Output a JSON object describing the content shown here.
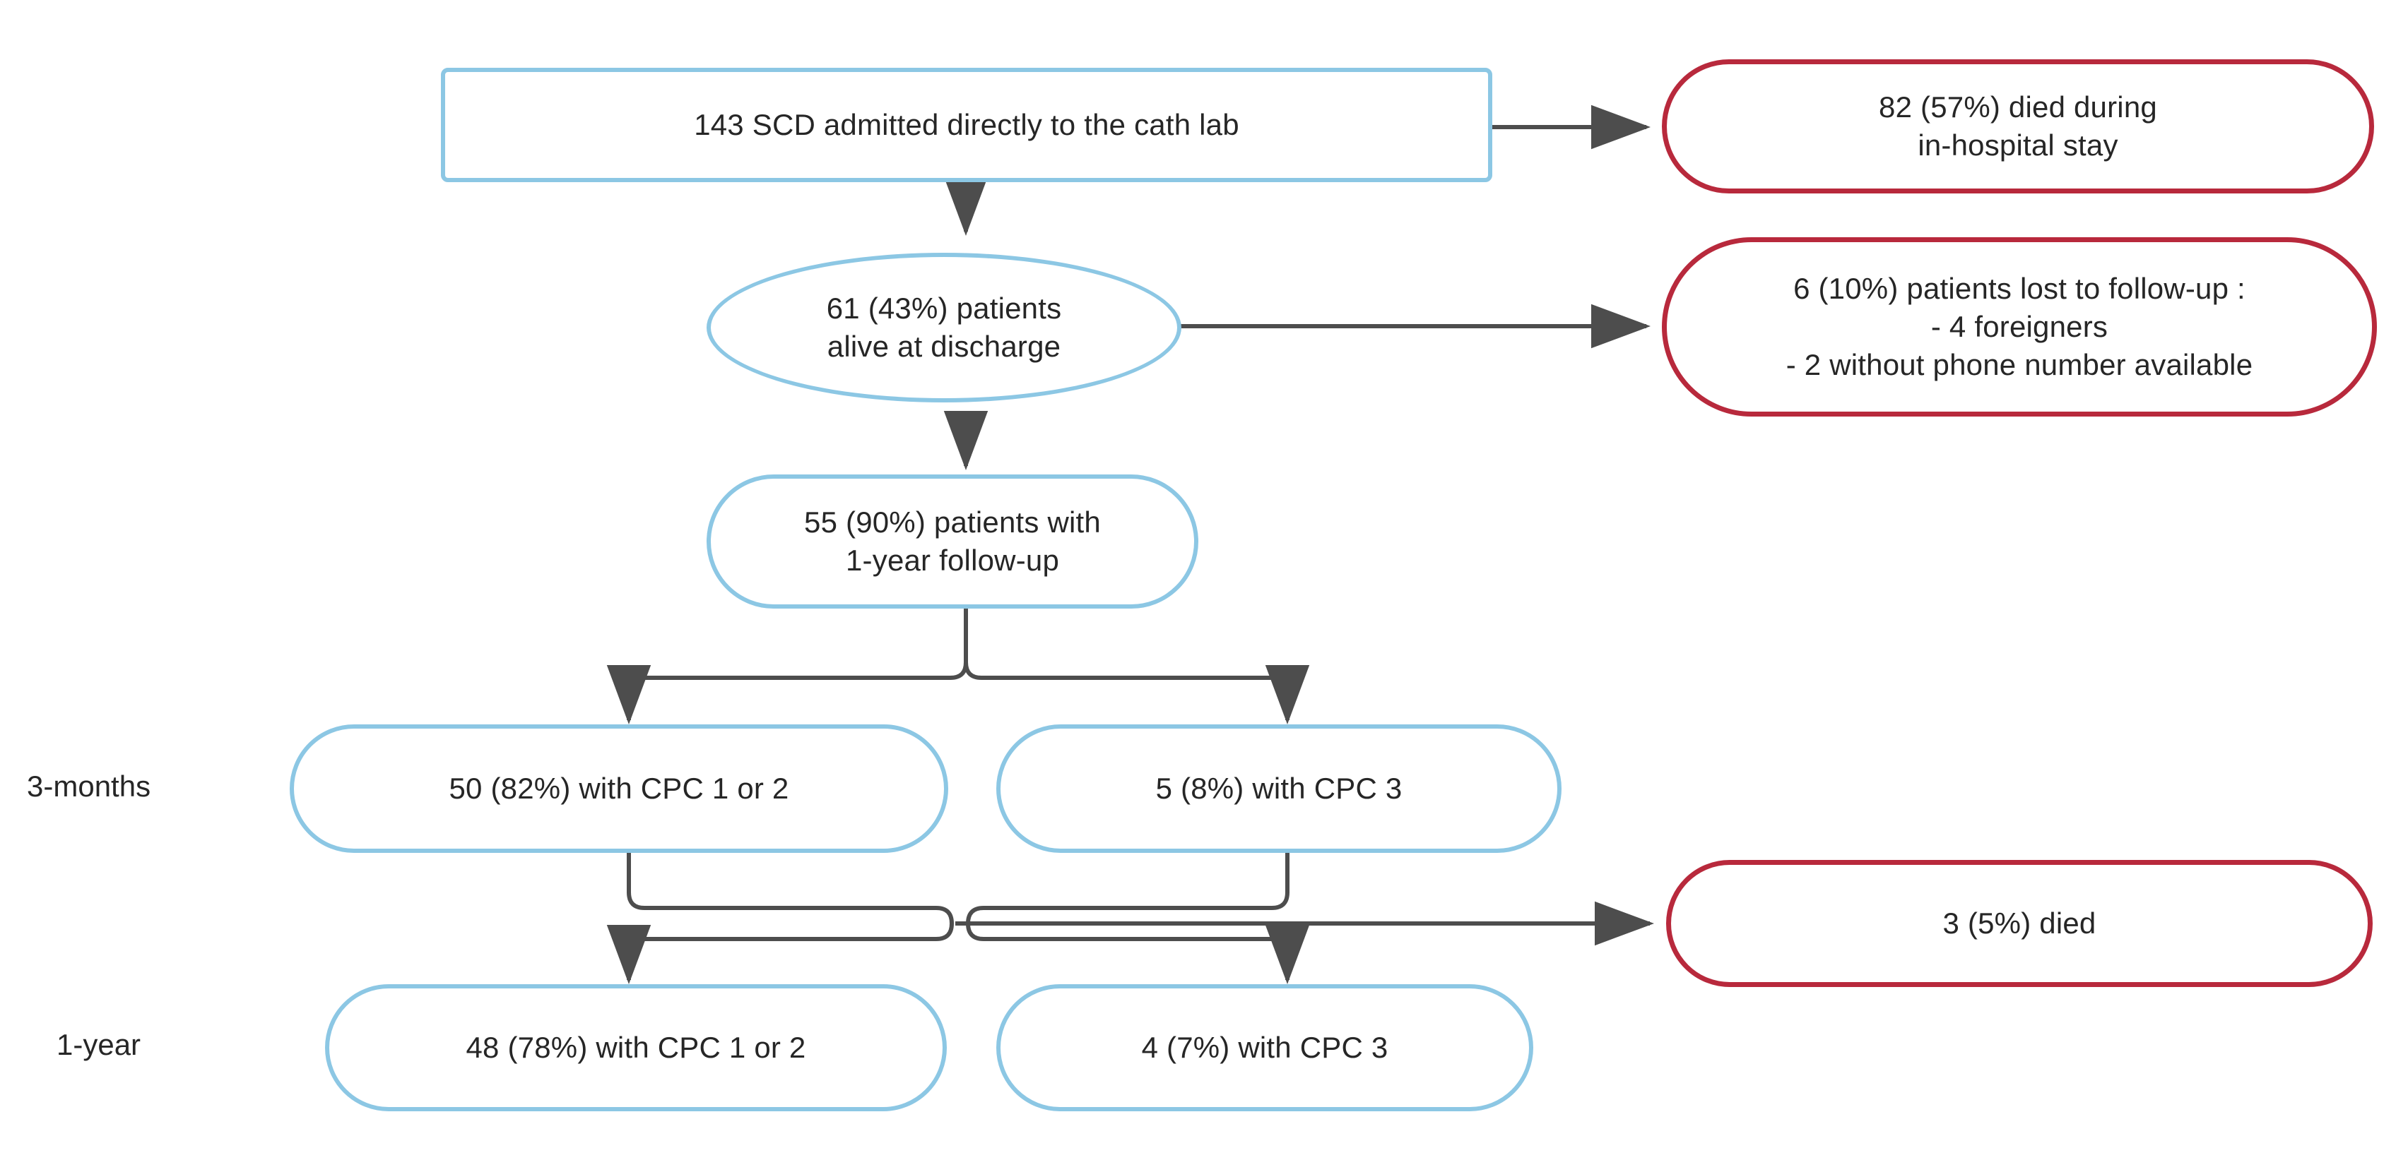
{
  "diagram": {
    "title": "SCD cath lab outcomes flow chart",
    "colors": {
      "blue_stroke": "#8cc7e4",
      "red_stroke": "#b8293c",
      "edge": "#4d4d4d",
      "text": "#262626",
      "background": "#ffffff"
    },
    "row_labels": [
      {
        "id": "row-3-months",
        "text": "3-months"
      },
      {
        "id": "row-1-year",
        "text": "1-year"
      }
    ],
    "nodes": [
      {
        "id": "admitted",
        "text": "143 SCD admitted directly to the cath lab",
        "shape": "rect",
        "color": "blue",
        "count": 143,
        "percent": null
      },
      {
        "id": "died-in-hospital",
        "text": "82 (57%) died during\nin-hospital stay",
        "shape": "stadium",
        "color": "red",
        "count": 82,
        "percent": 57
      },
      {
        "id": "alive-at-discharge",
        "text": "61 (43%) patients\nalive at discharge",
        "shape": "ellipse",
        "color": "blue",
        "count": 61,
        "percent": 43
      },
      {
        "id": "lost-to-follow-up",
        "text": "6 (10%) patients lost to follow-up :\n- 4 foreigners\n- 2 without phone number available",
        "shape": "stadium",
        "color": "red",
        "count": 6,
        "percent": 10
      },
      {
        "id": "one-year-follow-up",
        "text": "55 (90%) patients with\n1-year follow-up",
        "shape": "stadium",
        "color": "blue",
        "count": 55,
        "percent": 90
      },
      {
        "id": "m3-cpc12",
        "text": "50 (82%) with CPC 1 or 2",
        "shape": "stadium",
        "color": "blue",
        "count": 50,
        "percent": 82
      },
      {
        "id": "m3-cpc3",
        "text": "5 (8%) with CPC 3",
        "shape": "stadium",
        "color": "blue",
        "count": 5,
        "percent": 8
      },
      {
        "id": "died-follow-up",
        "text": "3 (5%) died",
        "shape": "stadium",
        "color": "red",
        "count": 3,
        "percent": 5
      },
      {
        "id": "y1-cpc12",
        "text": "48 (78%) with CPC 1 or 2",
        "shape": "stadium",
        "color": "blue",
        "count": 48,
        "percent": 78
      },
      {
        "id": "y1-cpc3",
        "text": "4 (7%) with CPC 3",
        "shape": "stadium",
        "color": "blue",
        "count": 4,
        "percent": 7
      }
    ],
    "edges": [
      {
        "id": "edge-admitted-to-died",
        "from": "admitted",
        "to": "died-in-hospital",
        "arrow": true
      },
      {
        "id": "edge-admitted-to-alive",
        "from": "admitted",
        "to": "alive-at-discharge",
        "arrow": true
      },
      {
        "id": "edge-alive-to-lost",
        "from": "alive-at-discharge",
        "to": "lost-to-follow-up",
        "arrow": true
      },
      {
        "id": "edge-alive-to-followup",
        "from": "alive-at-discharge",
        "to": "one-year-follow-up",
        "arrow": true
      },
      {
        "id": "edge-followup-to-m3cpc12",
        "from": "one-year-follow-up",
        "to": "m3-cpc12",
        "arrow": true
      },
      {
        "id": "edge-followup-to-m3cpc3",
        "from": "one-year-follow-up",
        "to": "m3-cpc3",
        "arrow": true
      },
      {
        "id": "edge-m3cpc12-to-y1cpc12",
        "from": "m3-cpc12",
        "to": "y1-cpc12",
        "arrow": true
      },
      {
        "id": "edge-m3cpc3-to-y1cpc3",
        "from": "m3-cpc3",
        "to": "y1-cpc3",
        "arrow": true
      },
      {
        "id": "edge-m3-to-died",
        "from": "m3-cpc12",
        "to": "died-follow-up",
        "arrow": true
      }
    ]
  }
}
